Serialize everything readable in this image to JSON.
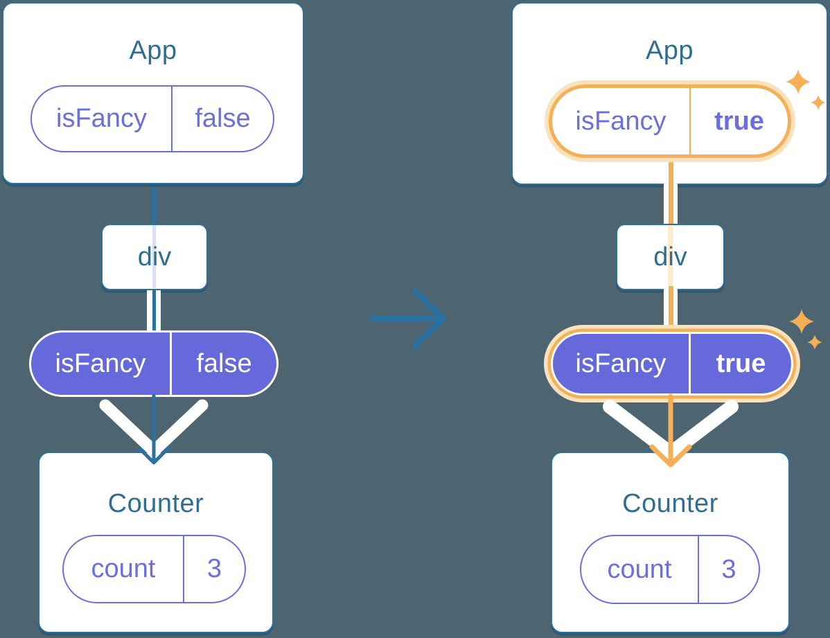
{
  "colors": {
    "bg": "#4C6571",
    "white": "#FFFFFF",
    "blue": "#2B709E",
    "teal_text": "#2F6D92",
    "purple": "#6B6FDC",
    "purple_fill": "#6569DA",
    "lavender": "#D9E0F4",
    "cream": "#FBE2BA",
    "cream_stripe": "#FCEBCD",
    "orange": "#F5AF57"
  },
  "before": {
    "app": {
      "title": "App",
      "prop": {
        "name": "isFancy",
        "value": "false"
      }
    },
    "div": {
      "label": "div"
    },
    "prop_pill": {
      "name": "isFancy",
      "value": "false"
    },
    "counter": {
      "title": "Counter",
      "state": {
        "name": "count",
        "value": "3"
      }
    }
  },
  "after": {
    "app": {
      "title": "App",
      "prop": {
        "name": "isFancy",
        "value": "true"
      }
    },
    "div": {
      "label": "div"
    },
    "prop_pill": {
      "name": "isFancy",
      "value": "true"
    },
    "counter": {
      "title": "Counter",
      "state": {
        "name": "count",
        "value": "3"
      }
    }
  }
}
